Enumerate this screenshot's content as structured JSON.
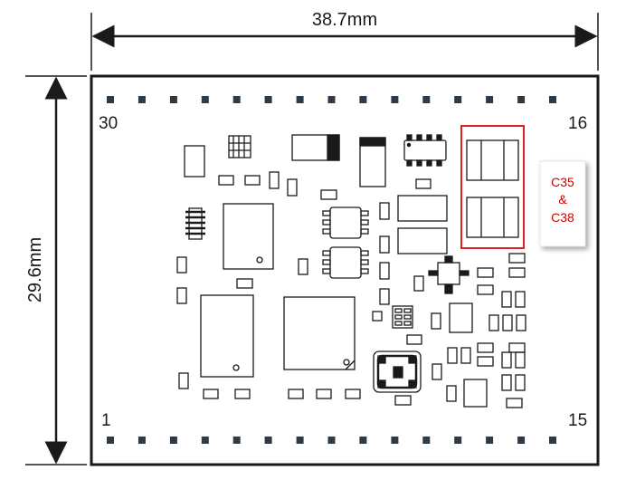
{
  "dimensions": {
    "width_label": "38.7mm",
    "height_label": "29.6mm"
  },
  "pins": {
    "top_left": "30",
    "top_right": "16",
    "bottom_left": "1",
    "bottom_right": "15"
  },
  "callout": {
    "line1": "C35",
    "line2": "&",
    "line3": "C38"
  },
  "colors": {
    "outline": "#1a1a1a",
    "pad": "#2e3a45",
    "highlight": "#e02020",
    "callout_text": "#cc0000"
  }
}
